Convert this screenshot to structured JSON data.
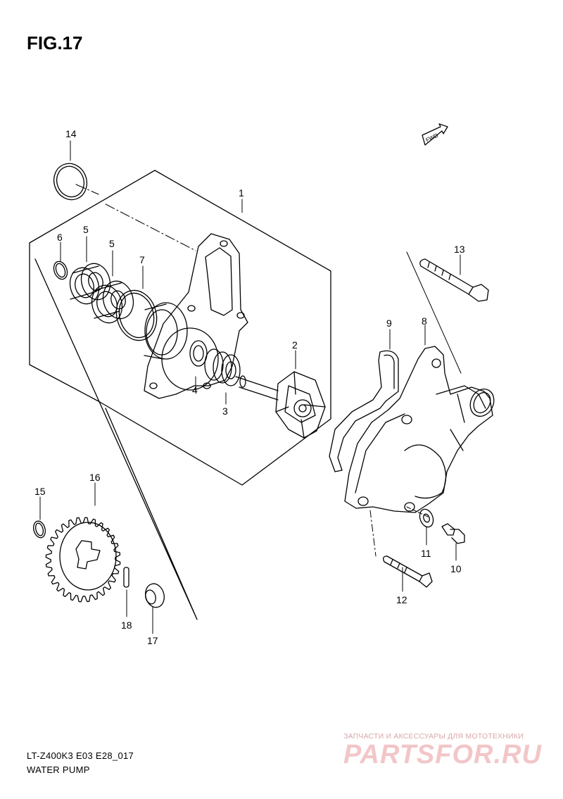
{
  "title": "FIG.17",
  "footer": {
    "model_code": "LT-Z400K3 E03 E28_017",
    "section_name": "WATER PUMP"
  },
  "fwd_label": "FWD",
  "watermark": {
    "tagline": "ЗАПЧАСТИ И АКСЕССУАРЫ ДЛЯ МОТОТЕХНИКИ",
    "logo": "PARTSFOR.RU"
  },
  "callouts": {
    "c1": "1",
    "c2": "2",
    "c3": "3",
    "c4": "4",
    "c5a": "5",
    "c5b": "5",
    "c6": "6",
    "c7": "7",
    "c8": "8",
    "c9": "9",
    "c10": "10",
    "c11": "11",
    "c12": "12",
    "c13": "13",
    "c14": "14",
    "c15": "15",
    "c16": "16",
    "c17": "17",
    "c18": "18"
  },
  "colors": {
    "ink": "#000000",
    "watermark": "#f2c6c8"
  }
}
